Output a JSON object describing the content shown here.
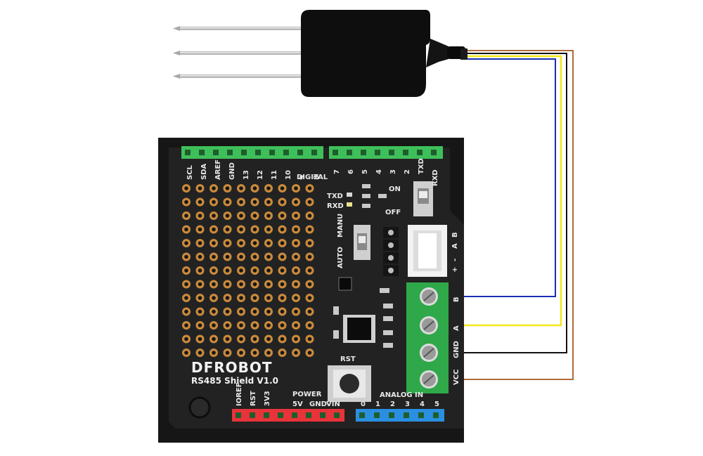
{
  "diagram": {
    "brand": "DFROBOT",
    "board_name": "RS485 Shield V1.0",
    "top_pin_labels": [
      "SCL",
      "SDA",
      "AREF",
      "GND",
      "13",
      "12",
      "11",
      "10",
      "9",
      "8"
    ],
    "top_pin_labels_right": [
      "7",
      "6",
      "5",
      "4",
      "3",
      "2",
      "TXD",
      "RXD"
    ],
    "digital_label": "DIGITAL",
    "txd_label": "TXD",
    "rxd_label": "RXD",
    "on_label": "ON",
    "off_label": "OFF",
    "auto_label": "AUTO",
    "manu_label": "MANU",
    "connector_pins": [
      "+",
      "-",
      "A",
      "B"
    ],
    "terminal_labels": [
      "B",
      "A",
      "GND",
      "VCC"
    ],
    "reset_label": "RST",
    "power_header_labels": [
      "IOREF",
      "RST",
      "3V3",
      "5V",
      "GND",
      "VIN"
    ],
    "power_label": "POWER",
    "analog_label": "ANALOG IN",
    "analog_pins": [
      "0",
      "1",
      "2",
      "3",
      "4",
      "5"
    ],
    "wire_colors": {
      "blue": "#1a2fb5",
      "yellow": "#f3e61a",
      "black": "#111111",
      "brown": "#b06a3a"
    },
    "header_colors": {
      "green": "#3fbf5a",
      "red": "#e8333a",
      "blue": "#2a8fe0"
    }
  }
}
